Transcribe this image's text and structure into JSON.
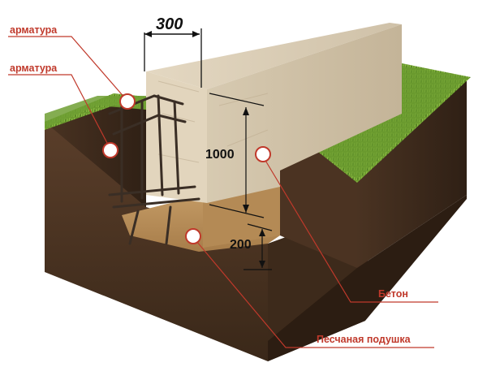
{
  "labels": {
    "rebar_top": "арматура",
    "rebar_second": "арматура",
    "concrete": "Бетон",
    "sand_cushion": "Песчаная подушка"
  },
  "dimensions": {
    "width": "300",
    "height": "1000",
    "cushion": "200"
  },
  "colors": {
    "accent": "#c0392b",
    "soil": "#4a3324",
    "grass": "#5f8f2a",
    "concrete": "#d8cbb4",
    "sand": "#c19862"
  }
}
